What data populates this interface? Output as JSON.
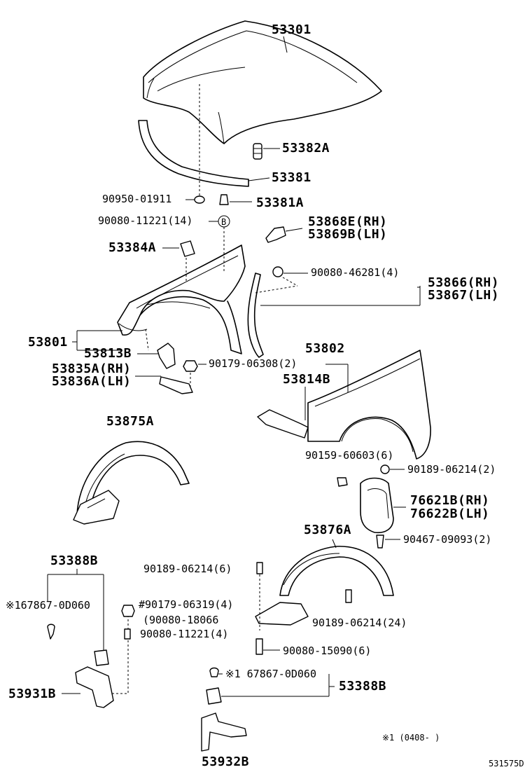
{
  "labels": {
    "p53301": "53301",
    "p53382A": "53382A",
    "p53381": "53381",
    "p90950": "90950-01911",
    "p53381A": "53381A",
    "p90080_11221_14": "90080-11221(14)",
    "callout_b": "B",
    "p53868E": "53868E(RH)",
    "p53869B": "53869B(LH)",
    "p53384A": "53384A",
    "p90080_46281": "90080-46281(4)",
    "p53866": "53866(RH)",
    "p53867": "53867(LH)",
    "p53801": "53801",
    "p53813B": "53813B",
    "p53835A": "53835A(RH)",
    "p53836A": "53836A(LH)",
    "p90179_06308": "90179-06308(2)",
    "p53802": "53802",
    "p53814B": "53814B",
    "p53875A": "53875A",
    "p90159_60603": "90159-60603(6)",
    "p90189_06214_2": "90189-06214(2)",
    "p76621B": "76621B(RH)",
    "p76622B": "76622B(LH)",
    "p53876A": "53876A",
    "p90467_09093": "90467-09093(2)",
    "p53388B_left": "53388B",
    "p90189_06214_6": "90189-06214(6)",
    "p67867_left": "※167867-0D060",
    "p90179_06319": "#90179-06319(4)",
    "p90080_18066": "(90080-18066",
    "p90080_11221_4": "90080-11221(4)",
    "p90189_06214_24": "90189-06214(24)",
    "p53931B": "53931B",
    "p90080_15090": "90080-15090(6)",
    "p67867_right": "※1 67867-0D060",
    "p53388B_right": "53388B",
    "note": "※1 (0408-     )",
    "p53932B": "53932B",
    "catalog_id": "531575D"
  }
}
